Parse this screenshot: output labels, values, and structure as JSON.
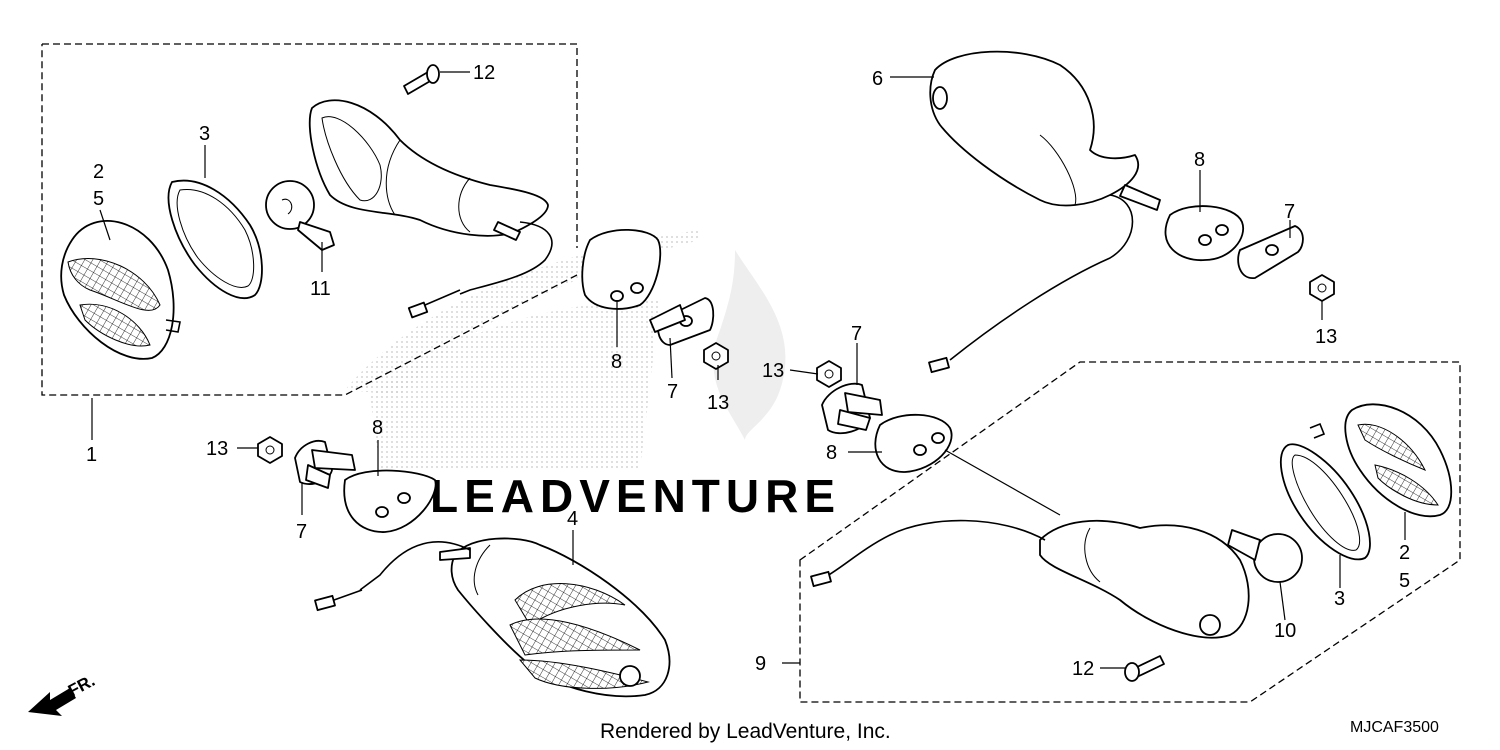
{
  "callouts": [
    {
      "id": "c1",
      "text": "1"
    },
    {
      "id": "c2a",
      "text": "2"
    },
    {
      "id": "c5a",
      "text": "5"
    },
    {
      "id": "c3a",
      "text": "3"
    },
    {
      "id": "c11",
      "text": "11"
    },
    {
      "id": "c12a",
      "text": "12"
    },
    {
      "id": "c13a",
      "text": "13"
    },
    {
      "id": "c8a",
      "text": "8"
    },
    {
      "id": "c7a",
      "text": "7"
    },
    {
      "id": "c4",
      "text": "4"
    },
    {
      "id": "c8b",
      "text": "8"
    },
    {
      "id": "c7b",
      "text": "7"
    },
    {
      "id": "c13b",
      "text": "13"
    },
    {
      "id": "c13c",
      "text": "13"
    },
    {
      "id": "c7c",
      "text": "7"
    },
    {
      "id": "c8c",
      "text": "8"
    },
    {
      "id": "c6",
      "text": "6"
    },
    {
      "id": "c8d",
      "text": "8"
    },
    {
      "id": "c7d",
      "text": "7"
    },
    {
      "id": "c13d",
      "text": "13"
    },
    {
      "id": "c9",
      "text": "9"
    },
    {
      "id": "c12b",
      "text": "12"
    },
    {
      "id": "c10",
      "text": "10"
    },
    {
      "id": "c3b",
      "text": "3"
    },
    {
      "id": "c2b",
      "text": "2"
    },
    {
      "id": "c5b",
      "text": "5"
    }
  ],
  "front_indicator": "FR.",
  "watermark": "LEADVENTURE",
  "footer": {
    "credit": "Rendered by LeadVenture, Inc.",
    "diagram_code": "MJCAF3500"
  }
}
